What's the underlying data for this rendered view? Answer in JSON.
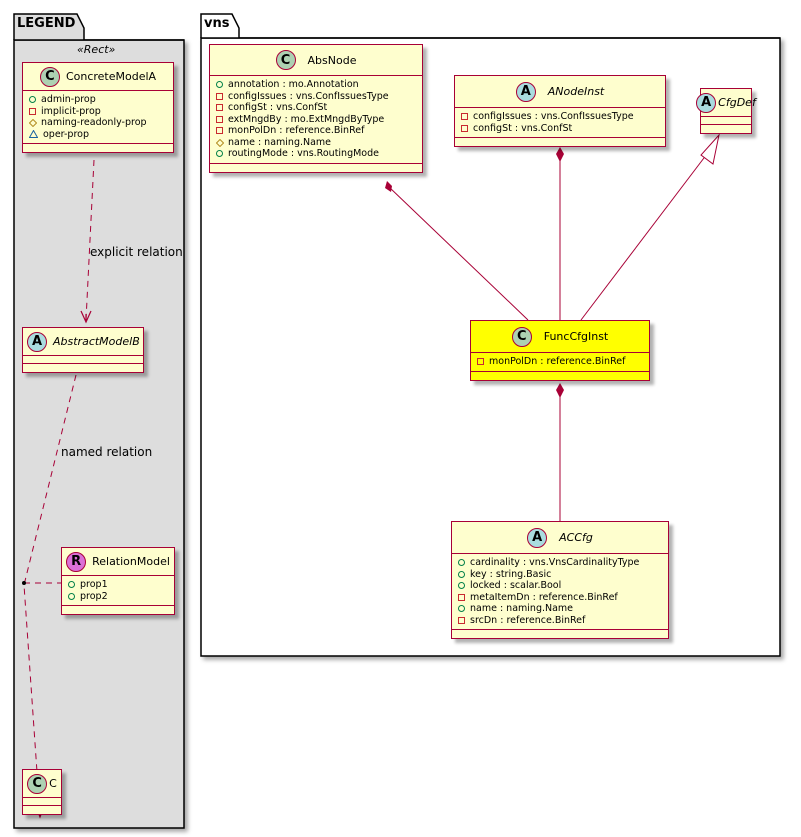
{
  "packages": {
    "legend": {
      "title": "LEGEND",
      "stereotype": "«Rect»"
    },
    "vns": {
      "title": "vns"
    }
  },
  "legend": {
    "concrete_model": {
      "kind": "C",
      "name": "ConcreteModelA",
      "attrs": [
        {
          "vis": "public",
          "text": "admin-prop"
        },
        {
          "vis": "private",
          "text": "implicit-prop"
        },
        {
          "vis": "protected",
          "text": "naming-readonly-prop"
        },
        {
          "vis": "package",
          "text": "oper-prop"
        }
      ]
    },
    "abstract_model": {
      "kind": "A",
      "name": "AbstractModelB"
    },
    "relation_model": {
      "kind": "R",
      "name": "RelationModel",
      "attrs": [
        {
          "vis": "public",
          "text": "prop1"
        },
        {
          "vis": "public",
          "text": "prop2"
        }
      ]
    },
    "c_model": {
      "kind": "C",
      "name": "C"
    },
    "edges": {
      "explicit_label": "explicit relation",
      "named_label": "named relation"
    }
  },
  "vns": {
    "abs_node": {
      "kind": "C",
      "name": "AbsNode",
      "attrs": [
        {
          "vis": "public",
          "text": "annotation : mo.Annotation"
        },
        {
          "vis": "private",
          "text": "configIssues : vns.ConfIssuesType"
        },
        {
          "vis": "private",
          "text": "configSt : vns.ConfSt"
        },
        {
          "vis": "private",
          "text": "extMngdBy : mo.ExtMngdByType"
        },
        {
          "vis": "private",
          "text": "monPolDn : reference.BinRef"
        },
        {
          "vis": "protected",
          "text": "name : naming.Name"
        },
        {
          "vis": "public",
          "text": "routingMode : vns.RoutingMode"
        }
      ]
    },
    "anode_inst": {
      "kind": "A",
      "name": "ANodeInst",
      "attrs": [
        {
          "vis": "private",
          "text": "configIssues : vns.ConfIssuesType"
        },
        {
          "vis": "private",
          "text": "configSt : vns.ConfSt"
        }
      ]
    },
    "cfg_def": {
      "kind": "A",
      "name": "CfgDef"
    },
    "func_cfg_inst": {
      "kind": "C",
      "name": "FuncCfgInst",
      "highlight_color": "#FFFF00",
      "attrs": [
        {
          "vis": "private",
          "text": "monPolDn : reference.BinRef"
        }
      ]
    },
    "accfg": {
      "kind": "A",
      "name": "ACCfg",
      "attrs": [
        {
          "vis": "public",
          "text": "cardinality : vns.VnsCardinalityType"
        },
        {
          "vis": "public",
          "text": "key : string.Basic"
        },
        {
          "vis": "public",
          "text": "locked : scalar.Bool"
        },
        {
          "vis": "private",
          "text": "metaItemDn : reference.BinRef"
        },
        {
          "vis": "public",
          "text": "name : naming.Name"
        },
        {
          "vis": "private",
          "text": "srcDn : reference.BinRef"
        }
      ]
    }
  },
  "colors": {
    "border": "#A80036",
    "class_fill": "#FEFECE",
    "legend_fill": "#DDDDDD",
    "highlight": "#FFFF00"
  }
}
